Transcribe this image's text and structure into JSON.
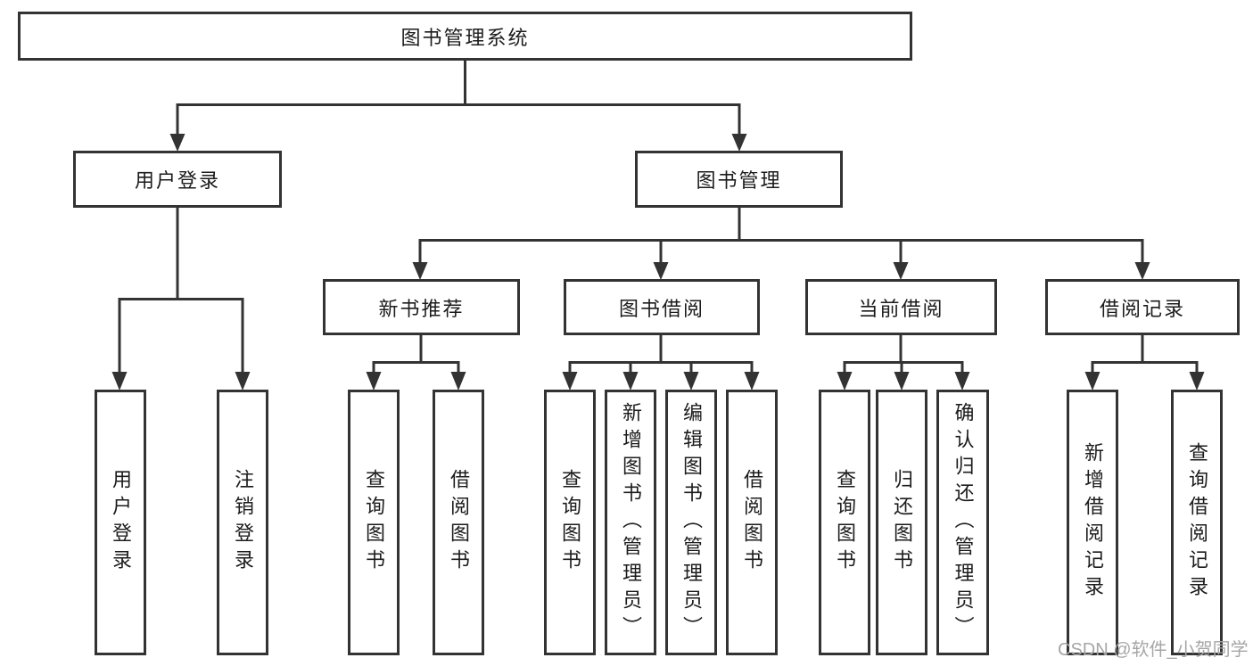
{
  "colors": {
    "background": "#ffffff",
    "line": "#333333",
    "box_border": "#333333",
    "text": "#1c1c1c",
    "watermark": "#a6a6a6"
  },
  "watermark": {
    "text": "CSDN @软件_小贺同学"
  },
  "tree": {
    "label": "图书管理系统",
    "children": [
      {
        "label": "用户登录",
        "children": [
          {
            "label": "用户登录"
          },
          {
            "label": "注销登录"
          }
        ]
      },
      {
        "label": "图书管理",
        "children": [
          {
            "label": "新书推荐",
            "children": [
              {
                "label": "查询图书"
              },
              {
                "label": "借阅图书"
              }
            ]
          },
          {
            "label": "图书借阅",
            "children": [
              {
                "label": "查询图书"
              },
              {
                "label": "新增图书（管理员）"
              },
              {
                "label": "编辑图书（管理员）"
              },
              {
                "label": "借阅图书"
              }
            ]
          },
          {
            "label": "当前借阅",
            "children": [
              {
                "label": "查询图书"
              },
              {
                "label": "归还图书"
              },
              {
                "label": "确认归还（管理员）"
              }
            ]
          },
          {
            "label": "借阅记录",
            "children": [
              {
                "label": "新增借阅记录"
              },
              {
                "label": "查询借阅记录"
              }
            ]
          }
        ]
      }
    ]
  }
}
